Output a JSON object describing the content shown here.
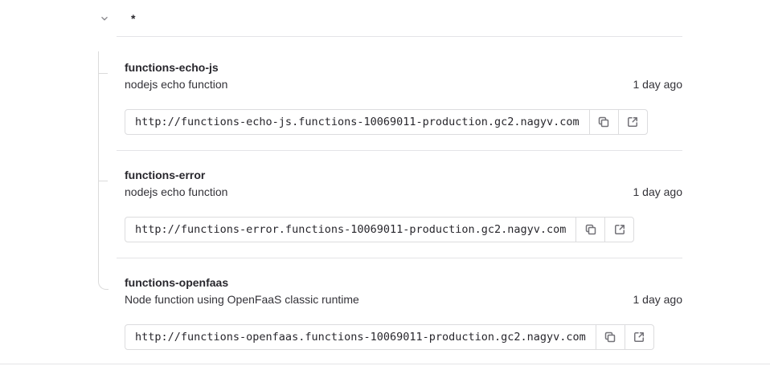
{
  "environment": {
    "name": "*",
    "chevron_icon": "chevron-down"
  },
  "functions": [
    {
      "name": "functions-echo-js",
      "description": "nodejs echo function",
      "updated": "1 day ago",
      "url": "http://functions-echo-js.functions-10069011-production.gc2.nagyv.com",
      "copy_icon": "copy-to-clipboard",
      "open_icon": "external-link"
    },
    {
      "name": "functions-error",
      "description": "nodejs echo function",
      "updated": "1 day ago",
      "url": "http://functions-error.functions-10069011-production.gc2.nagyv.com",
      "copy_icon": "copy-to-clipboard",
      "open_icon": "external-link"
    },
    {
      "name": "functions-openfaas",
      "description": "Node function using OpenFaaS classic runtime",
      "updated": "1 day ago",
      "url": "http://functions-openfaas.functions-10069011-production.gc2.nagyv.com",
      "copy_icon": "copy-to-clipboard",
      "open_icon": "external-link"
    }
  ],
  "colors": {
    "separator": "#e4e4e7",
    "tree_line": "#dbdbdb",
    "input_border": "#dcdcde",
    "icon": "#737278",
    "text": "#28272d"
  }
}
